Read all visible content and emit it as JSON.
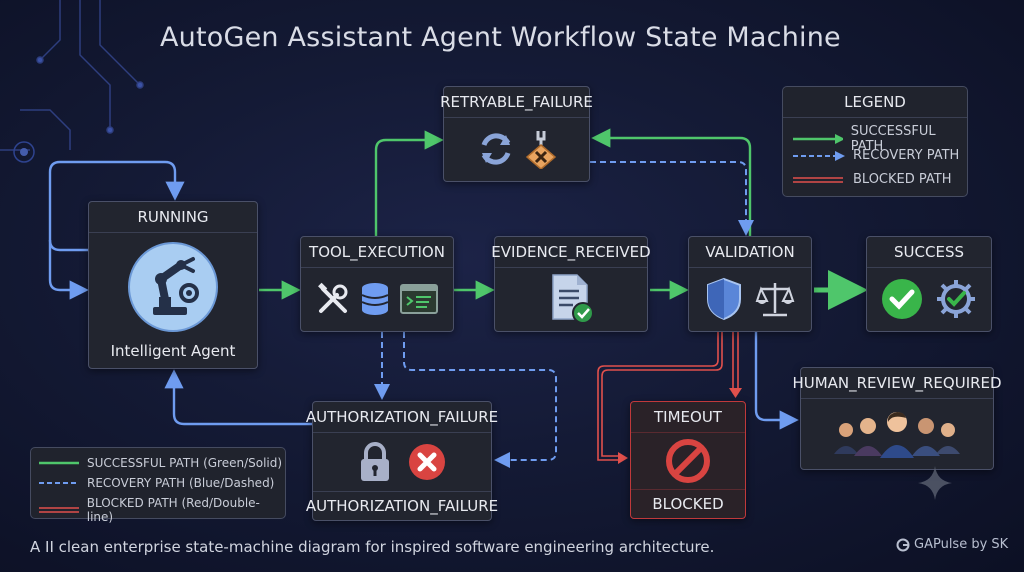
{
  "title": "AutoGen Assistant Agent Workflow State Machine",
  "caption": "A II clean enterprise state-machine diagram for inspired software engineering architecture.",
  "brand": "GAPulse by SK",
  "states": {
    "running": {
      "label": "RUNNING",
      "footer": "Intelligent Agent",
      "icon": "robot-arm-icon"
    },
    "tool_execution": {
      "label": "TOOL_EXECUTION",
      "icons": [
        "tools-icon",
        "database-icon",
        "terminal-icon"
      ]
    },
    "evidence_received": {
      "label": "EVIDENCE_RECEIVED",
      "icon": "document-check-icon"
    },
    "validation": {
      "label": "VALIDATION",
      "icons": [
        "shield-icon",
        "scales-icon"
      ]
    },
    "success": {
      "label": "SUCCESS",
      "icons": [
        "check-circle-icon",
        "gear-check-icon"
      ]
    },
    "retryable_failure": {
      "label": "RETRYABLE_FAILURE",
      "icons": [
        "refresh-icon",
        "wrench-warning-icon"
      ]
    },
    "authorization_failure": {
      "label": "AUTHORIZATION_FAILURE",
      "footer": "AUTHORIZATION_FAILURE",
      "icons": [
        "lock-icon",
        "x-circle-icon"
      ]
    },
    "timeout": {
      "label": "TIMEOUT",
      "footer": "BLOCKED",
      "icon": "blocked-icon"
    },
    "human_review_required": {
      "label": "HUMAN_REVIEW_REQUIRED",
      "icon": "people-group-icon"
    }
  },
  "legend_top": {
    "title": "LEGEND",
    "items": [
      {
        "label": "SUCCESSFUL PATH",
        "style": "solid",
        "color": "#4fc66b"
      },
      {
        "label": "RECOVERY PATH",
        "style": "dashed",
        "color": "#6f9cf0"
      },
      {
        "label": "BLOCKED PATH",
        "style": "double",
        "color": "#e0504c"
      }
    ]
  },
  "legend_bottom": {
    "items": [
      {
        "label": "SUCCESSFUL PATH (Green/Solid)",
        "style": "solid",
        "color": "#4fc66b"
      },
      {
        "label": "RECOVERY PATH (Blue/Dashed)",
        "style": "dashed",
        "color": "#6f9cf0"
      },
      {
        "label": "BLOCKED PATH (Red/Double-line)",
        "style": "double",
        "color": "#e0504c"
      }
    ]
  },
  "colors": {
    "success": "#4fc66b",
    "recovery": "#6f9cf0",
    "blocked": "#e0504c",
    "node_border": "#4a5068"
  }
}
